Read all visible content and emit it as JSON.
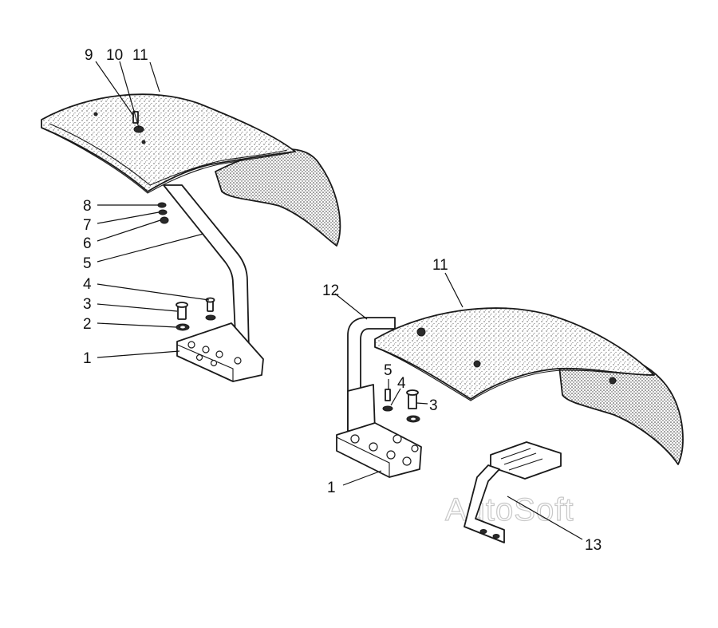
{
  "watermark": "AutoSoft",
  "left_assembly": {
    "callouts": {
      "c9": "9",
      "c10": "10",
      "c11": "11",
      "c8": "8",
      "c7": "7",
      "c6": "6",
      "c5": "5",
      "c4": "4",
      "c3": "3",
      "c2": "2",
      "c1": "1"
    }
  },
  "right_assembly": {
    "callouts": {
      "c11": "11",
      "c12": "12",
      "c5": "5",
      "c4": "4",
      "c3": "3",
      "c1": "1",
      "c13": "13"
    }
  }
}
